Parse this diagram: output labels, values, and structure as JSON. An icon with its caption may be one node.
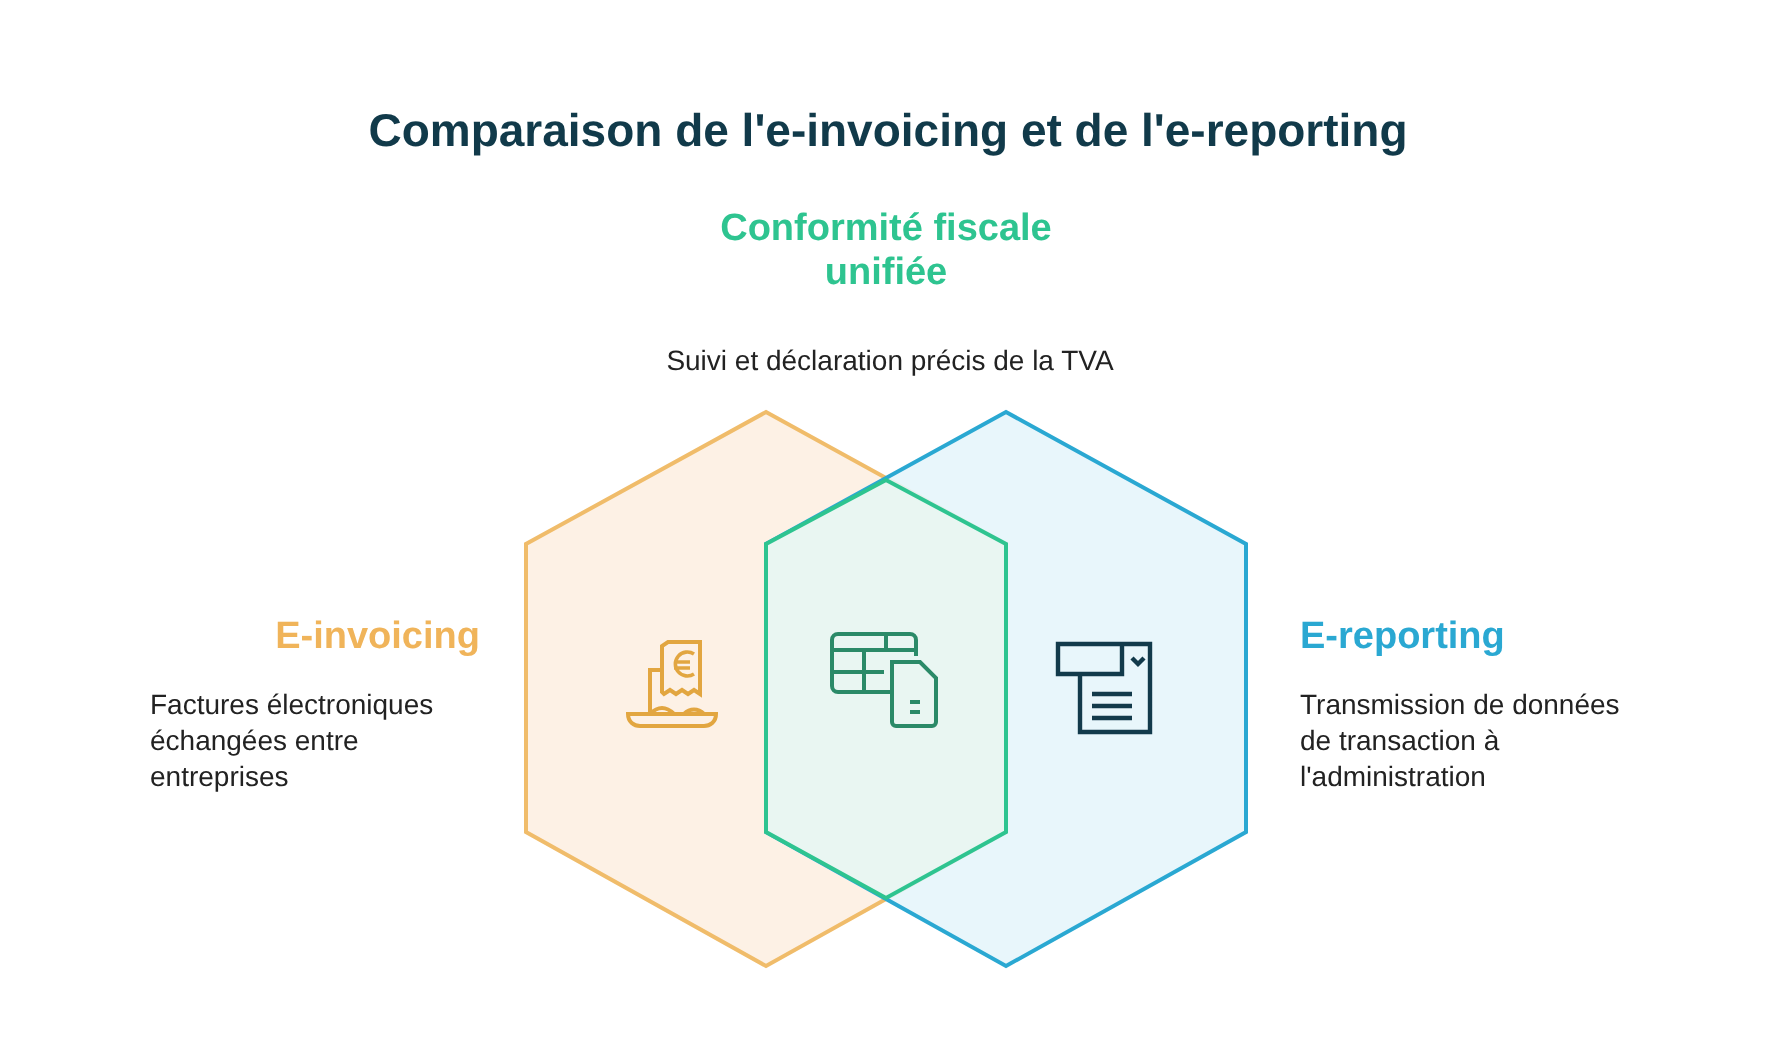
{
  "diagram": {
    "title": "Comparaison de l'e-invoicing et de l'e-reporting",
    "nodes": [
      {
        "text": [
          "E-invoicing",
          "Factures électroniques échangées entre entreprises"
        ]
      },
      {
        "text": [
          "E-reporting",
          "Transmission de données de transaction à l'administration"
        ]
      },
      {
        "text": [],
        "shape": "hexagon"
      }
    ],
    "labels": [
      "Conformité fiscale unifiée",
      "Suivi et déclaration précis de la TVA"
    ]
  }
}
